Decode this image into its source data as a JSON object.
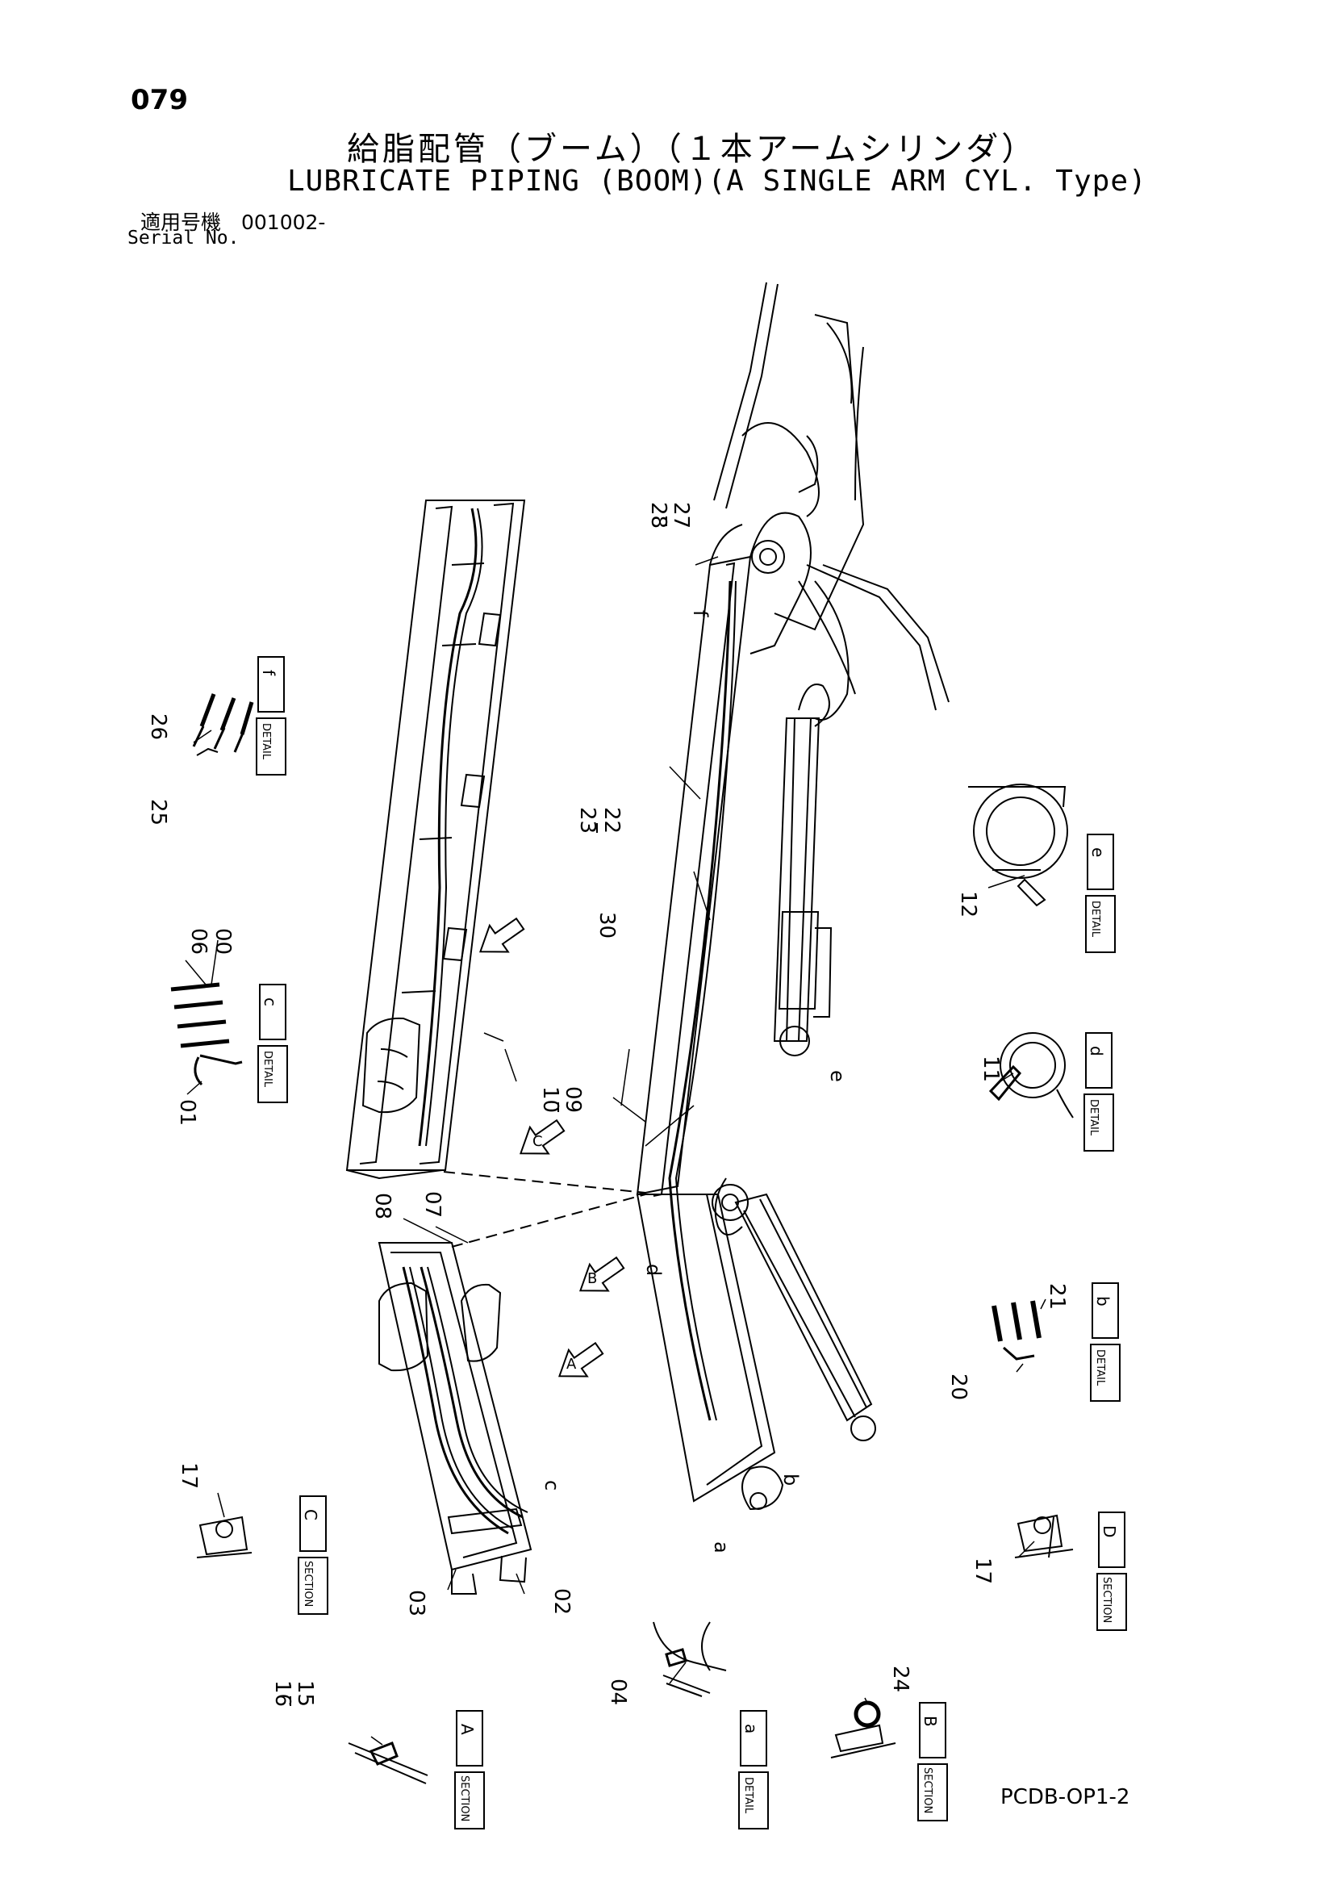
{
  "header": {
    "page_number": "079",
    "title_jp": "給脂配管（ブーム）（１本アームシリンダ）",
    "title_en": "LUBRICATE PIPING (BOOM)(A SINGLE ARM CYL. Type)",
    "serial_jp": "適用号機　001002-",
    "serial_en": "Serial No."
  },
  "footer": {
    "doc_code": "PCDB-OP1-2"
  },
  "callouts": [
    {
      "id": "c28",
      "text": "28"
    },
    {
      "id": "c27",
      "text": "27"
    },
    {
      "id": "c23",
      "text": "23"
    },
    {
      "id": "c22",
      "text": "22"
    },
    {
      "id": "c26",
      "text": "26"
    },
    {
      "id": "c25",
      "text": "25"
    },
    {
      "id": "c06",
      "text": "06"
    },
    {
      "id": "c00",
      "text": "00"
    },
    {
      "id": "c01",
      "text": "01"
    },
    {
      "id": "c30",
      "text": "30"
    },
    {
      "id": "c10",
      "text": "10"
    },
    {
      "id": "c09",
      "text": "09"
    },
    {
      "id": "c12",
      "text": "12"
    },
    {
      "id": "c11",
      "text": "11"
    },
    {
      "id": "c08",
      "text": "08"
    },
    {
      "id": "c07",
      "text": "07"
    },
    {
      "id": "c21",
      "text": "21"
    },
    {
      "id": "c20",
      "text": "20"
    },
    {
      "id": "c17a",
      "text": "17"
    },
    {
      "id": "c17b",
      "text": "17"
    },
    {
      "id": "c03",
      "text": "03"
    },
    {
      "id": "c02",
      "text": "02"
    },
    {
      "id": "c16",
      "text": "16"
    },
    {
      "id": "c15",
      "text": "15"
    },
    {
      "id": "c04",
      "text": "04"
    },
    {
      "id": "c24",
      "text": "24"
    }
  ],
  "letter_markers": [
    "f",
    "e",
    "d",
    "c",
    "b",
    "a"
  ],
  "view_arrows": [
    "C",
    "B",
    "A"
  ],
  "detail_labels": [
    {
      "id": "det-f",
      "kind": "DETAIL",
      "letter": "f"
    },
    {
      "id": "det-c",
      "kind": "DETAIL",
      "letter": "c"
    },
    {
      "id": "det-e",
      "kind": "DETAIL",
      "letter": "e"
    },
    {
      "id": "det-d",
      "kind": "DETAIL",
      "letter": "d"
    },
    {
      "id": "det-b",
      "kind": "DETAIL",
      "letter": "b"
    },
    {
      "id": "sec-C",
      "kind": "SECTION",
      "letter": "C"
    },
    {
      "id": "sec-D",
      "kind": "SECTION",
      "letter": "D"
    },
    {
      "id": "sec-A",
      "kind": "SECTION",
      "letter": "A"
    },
    {
      "id": "det-a",
      "kind": "DETAIL",
      "letter": "a"
    },
    {
      "id": "sec-B",
      "kind": "SECTION",
      "letter": "B"
    }
  ],
  "style": {
    "ink": "#000000",
    "paper": "#ffffff"
  }
}
